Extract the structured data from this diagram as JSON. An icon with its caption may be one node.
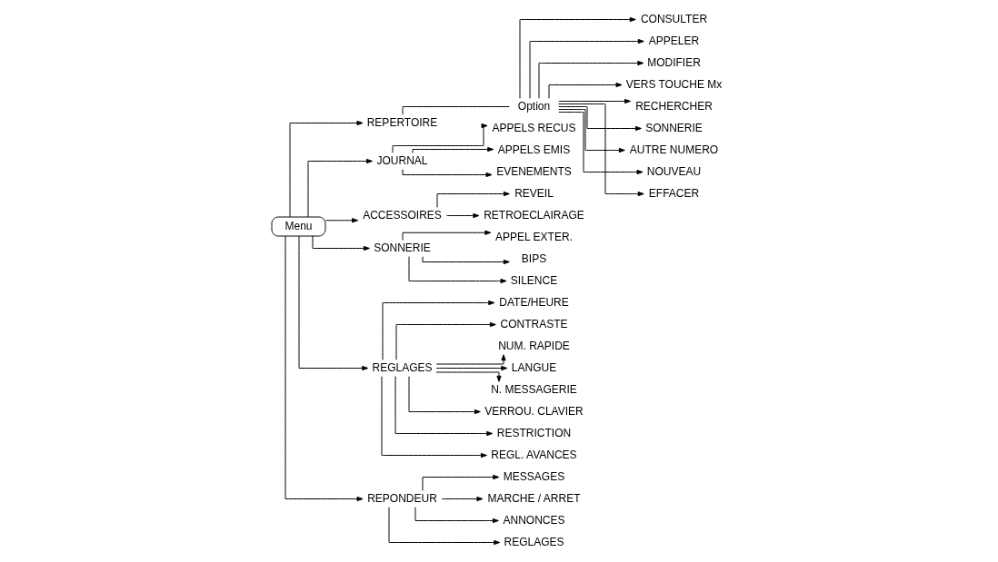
{
  "diagram": {
    "nodes": [
      {
        "text": [
          "Menu"
        ]
      },
      {
        "text": [
          "REPERTOIRE"
        ]
      },
      {
        "text": [
          "Option"
        ]
      },
      {
        "text": [
          "CONSULTER"
        ]
      },
      {
        "text": [
          "APPELER"
        ]
      },
      {
        "text": [
          "MODIFIER"
        ]
      },
      {
        "text": [
          "VERS TOUCHE Mx"
        ]
      },
      {
        "text": [
          "RECHERCHER"
        ]
      },
      {
        "text": [
          "SONNERIE"
        ]
      },
      {
        "text": [
          "AUTRE NUMERO"
        ]
      },
      {
        "text": [
          "NOUVEAU"
        ]
      },
      {
        "text": [
          "EFFACER"
        ]
      },
      {
        "text": [
          "JOURNAL"
        ]
      },
      {
        "text": [
          "APPELS RECUS"
        ]
      },
      {
        "text": [
          "APPELS EMIS"
        ]
      },
      {
        "text": [
          "EVENEMENTS"
        ]
      },
      {
        "text": [
          "ACCESSOIRES"
        ]
      },
      {
        "text": [
          "REVEIL"
        ]
      },
      {
        "text": [
          "RETROECLAIRAGE"
        ]
      },
      {
        "text": [
          "SONNERIE"
        ]
      },
      {
        "text": [
          "APPEL EXTER."
        ]
      },
      {
        "text": [
          "BIPS"
        ]
      },
      {
        "text": [
          "SILENCE"
        ]
      },
      {
        "text": [
          "REGLAGES"
        ]
      },
      {
        "text": [
          "DATE/HEURE"
        ]
      },
      {
        "text": [
          "CONTRASTE"
        ]
      },
      {
        "text": [
          "NUM. RAPIDE"
        ]
      },
      {
        "text": [
          "LANGUE"
        ]
      },
      {
        "text": [
          "N. MESSAGERIE"
        ]
      },
      {
        "text": [
          "VERROU. CLAVIER"
        ]
      },
      {
        "text": [
          "RESTRICTION"
        ]
      },
      {
        "text": [
          "REGL. AVANCES"
        ]
      },
      {
        "text": [
          "REPONDEUR"
        ]
      },
      {
        "text": [
          "MESSAGES"
        ]
      },
      {
        "text": [
          "MARCHE / ARRET"
        ]
      },
      {
        "text": [
          "ANNONCES"
        ]
      },
      {
        "text": [
          "REGLAGES"
        ]
      }
    ],
    "edges": [
      {
        "from": 0,
        "to": 1,
        "arrow": "to"
      },
      {
        "from": 1,
        "to": 2,
        "arrow": "none"
      },
      {
        "from": 2,
        "to": 3,
        "arrow": "to"
      },
      {
        "from": 2,
        "to": 4,
        "arrow": "to"
      },
      {
        "from": 2,
        "to": 5,
        "arrow": "to"
      },
      {
        "from": 2,
        "to": 6,
        "arrow": "to"
      },
      {
        "from": 2,
        "to": 7,
        "arrow": "to"
      },
      {
        "from": 2,
        "to": 8,
        "arrow": "to"
      },
      {
        "from": 2,
        "to": 9,
        "arrow": "to"
      },
      {
        "from": 2,
        "to": 10,
        "arrow": "to"
      },
      {
        "from": 2,
        "to": 11,
        "arrow": "to"
      },
      {
        "from": 0,
        "to": 12,
        "arrow": "to"
      },
      {
        "from": 12,
        "to": 13,
        "arrow": "to"
      },
      {
        "from": 12,
        "to": 14,
        "arrow": "to"
      },
      {
        "from": 12,
        "to": 15,
        "arrow": "to"
      },
      {
        "from": 0,
        "to": 16,
        "arrow": "to"
      },
      {
        "from": 16,
        "to": 17,
        "arrow": "to"
      },
      {
        "from": 16,
        "to": 18,
        "arrow": "to"
      },
      {
        "from": 0,
        "to": 19,
        "arrow": "to"
      },
      {
        "from": 19,
        "to": 20,
        "arrow": "to"
      },
      {
        "from": 19,
        "to": 21,
        "arrow": "to"
      },
      {
        "from": 19,
        "to": 22,
        "arrow": "to"
      },
      {
        "from": 0,
        "to": 23,
        "arrow": "to"
      },
      {
        "from": 23,
        "to": 24,
        "arrow": "to"
      },
      {
        "from": 23,
        "to": 25,
        "arrow": "to"
      },
      {
        "from": 23,
        "to": 26,
        "arrow": "to"
      },
      {
        "from": 23,
        "to": 27,
        "arrow": "to"
      },
      {
        "from": 23,
        "to": 28,
        "arrow": "to"
      },
      {
        "from": 23,
        "to": 29,
        "arrow": "to"
      },
      {
        "from": 23,
        "to": 30,
        "arrow": "to"
      },
      {
        "from": 23,
        "to": 31,
        "arrow": "to"
      },
      {
        "from": 0,
        "to": 32,
        "arrow": "to"
      },
      {
        "from": 32,
        "to": 33,
        "arrow": "to"
      },
      {
        "from": 32,
        "to": 34,
        "arrow": "to"
      },
      {
        "from": 32,
        "to": 35,
        "arrow": "to"
      },
      {
        "from": 32,
        "to": 36,
        "arrow": "to"
      }
    ]
  }
}
